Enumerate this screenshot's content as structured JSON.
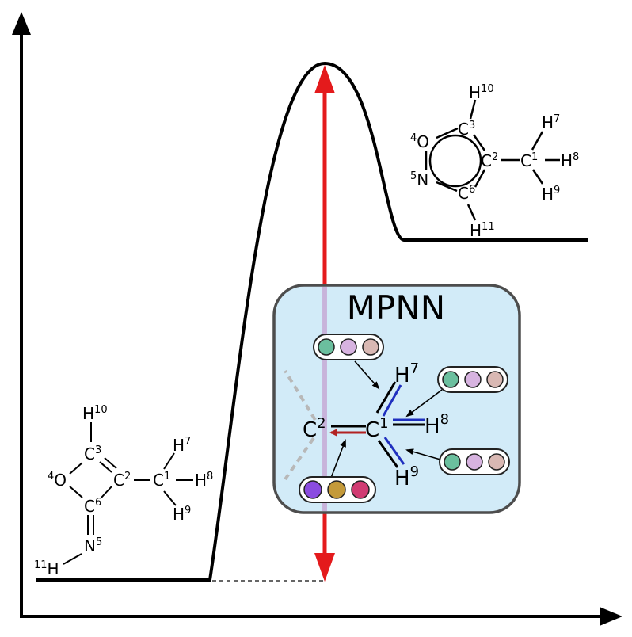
{
  "panel": {
    "title": "MPNN"
  },
  "colors": {
    "barrier_arrow": "#e41a1c",
    "panel_fill": "#cfe9f8",
    "panel_stroke": "#4d4d4d",
    "bond_highlight_blue": "#1f2fbf",
    "bond_highlight_red": "#b22222",
    "feature_edge": [
      "#6bbf9e",
      "#d7b3e0",
      "#d9b8b3"
    ],
    "feature_node": [
      "#8a4be0",
      "#c49a3a",
      "#d13b72"
    ]
  },
  "reactant": {
    "atoms": {
      "H10": {
        "sym": "H",
        "num": "10"
      },
      "C3": {
        "sym": "C",
        "num": "3"
      },
      "O4": {
        "sym": "O",
        "num": "4"
      },
      "C2": {
        "sym": "C",
        "num": "2"
      },
      "C1": {
        "sym": "C",
        "num": "1"
      },
      "H7": {
        "sym": "H",
        "num": "7"
      },
      "H8": {
        "sym": "H",
        "num": "8"
      },
      "H9": {
        "sym": "H",
        "num": "9"
      },
      "C6": {
        "sym": "C",
        "num": "6"
      },
      "N5": {
        "sym": "N",
        "num": "5"
      },
      "H11": {
        "sym": "H",
        "num": "11"
      }
    }
  },
  "product": {
    "atoms": {
      "H10": {
        "sym": "H",
        "num": "10"
      },
      "C3": {
        "sym": "C",
        "num": "3"
      },
      "O4": {
        "sym": "O",
        "num": "4"
      },
      "N5": {
        "sym": "N",
        "num": "5"
      },
      "C2": {
        "sym": "C",
        "num": "2"
      },
      "C1": {
        "sym": "C",
        "num": "1"
      },
      "H7": {
        "sym": "H",
        "num": "7"
      },
      "H8": {
        "sym": "H",
        "num": "8"
      },
      "H9": {
        "sym": "H",
        "num": "9"
      },
      "C6": {
        "sym": "C",
        "num": "6"
      },
      "H11": {
        "sym": "H",
        "num": "11"
      }
    }
  },
  "mpnn": {
    "atoms": {
      "C2": {
        "sym": "C",
        "num": "2"
      },
      "C1": {
        "sym": "C",
        "num": "1"
      },
      "H7": {
        "sym": "H",
        "num": "7"
      },
      "H8": {
        "sym": "H",
        "num": "8"
      },
      "H9": {
        "sym": "H",
        "num": "9"
      }
    }
  }
}
